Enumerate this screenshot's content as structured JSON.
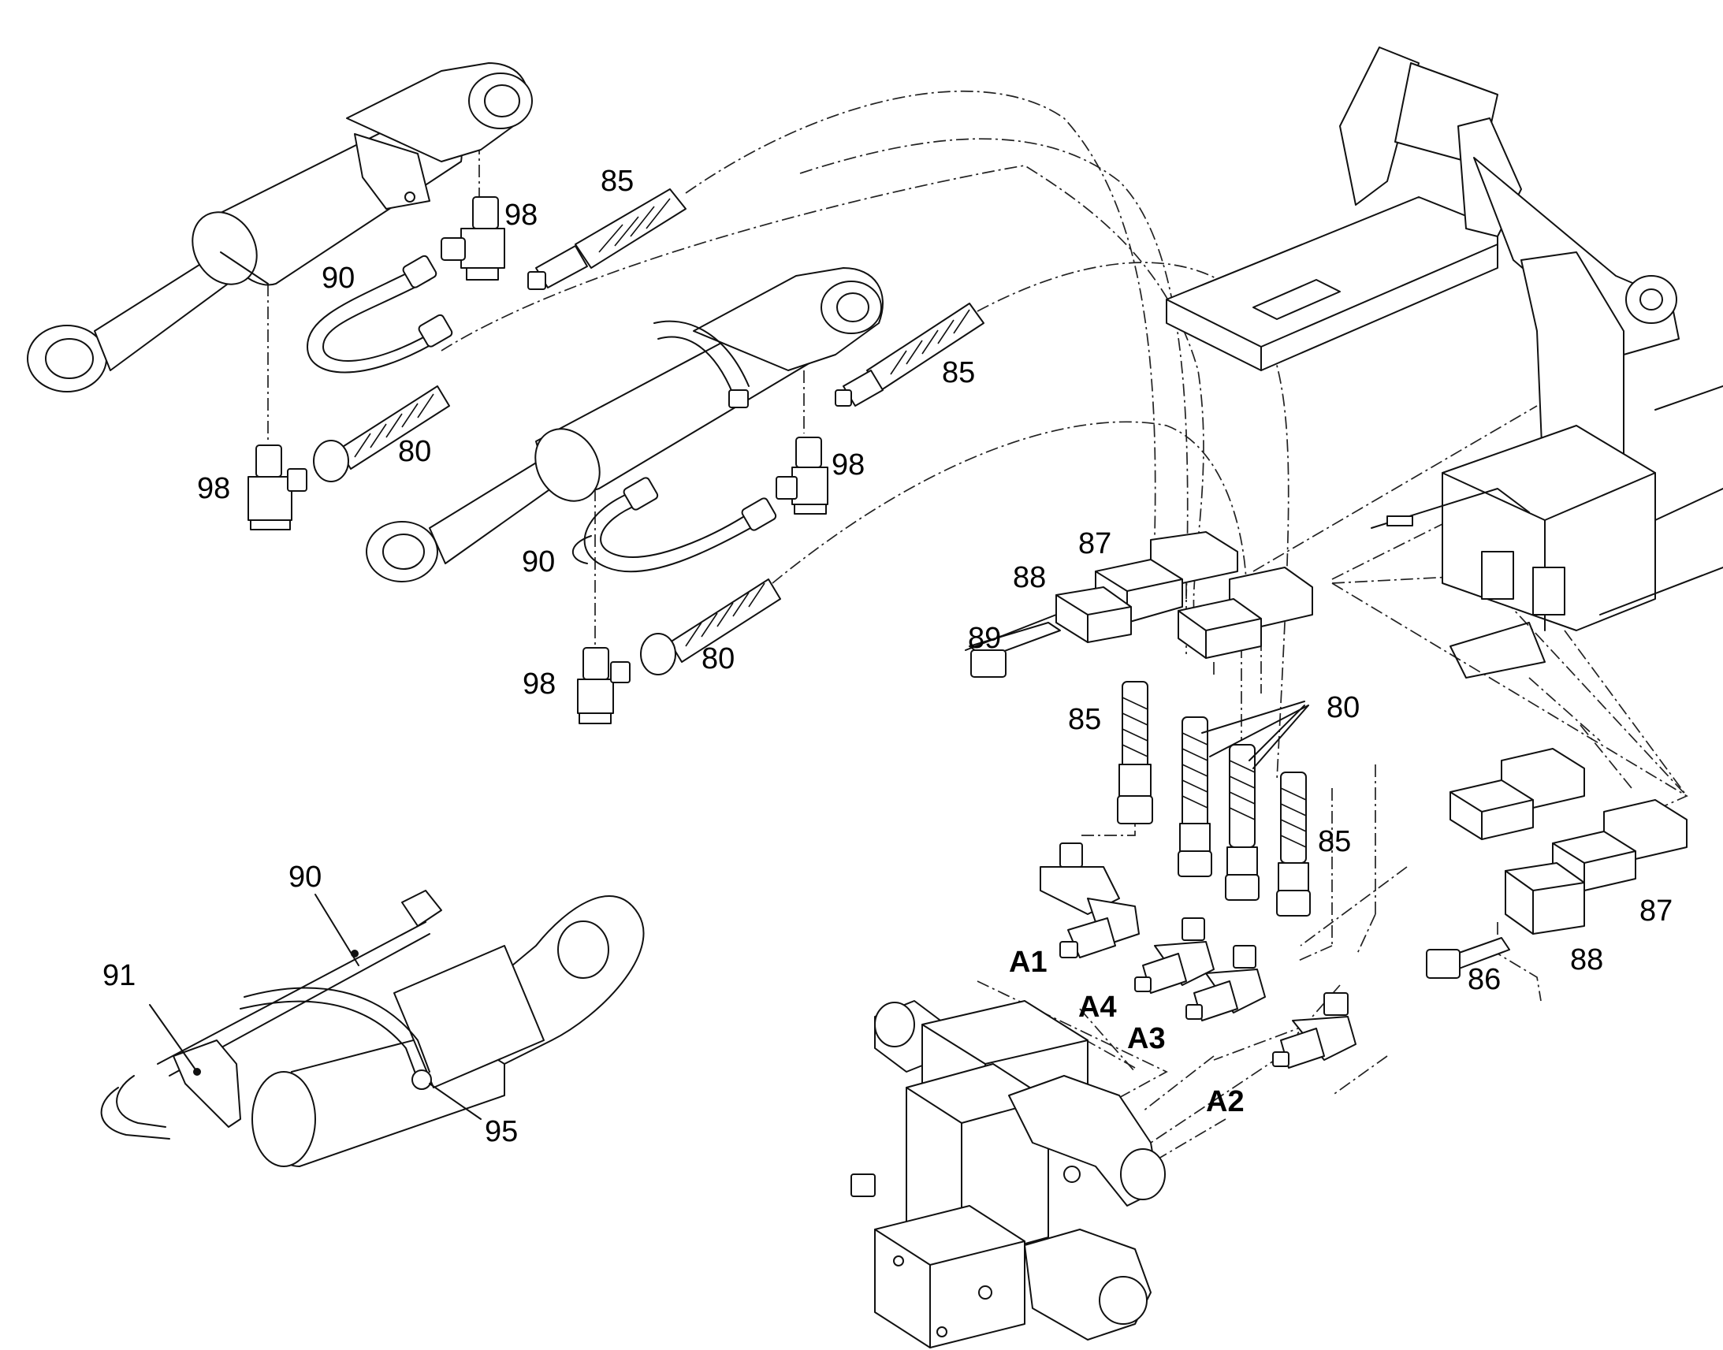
{
  "labels": {
    "c85_top": "85",
    "c98_top": "98",
    "c90_top": "90",
    "c80_top": "80",
    "c98_left": "98",
    "c85_mid": "85",
    "c98_mid": "98",
    "c90_mid": "90",
    "c80_mid": "80",
    "c98_low": "98",
    "c87_block": "87",
    "c88_block": "88",
    "c89_bolt": "89",
    "c85_hose_a": "85",
    "c80_hoses": "80",
    "c85_hose_b": "85",
    "c90_bottom": "90",
    "c91_bracket": "91",
    "c95_clamp": "95",
    "c87_right": "87",
    "c88_right": "88",
    "c86_bolt": "86",
    "port_a1": "A1",
    "port_a4": "A4",
    "port_a3": "A3",
    "port_a2": "A2"
  }
}
